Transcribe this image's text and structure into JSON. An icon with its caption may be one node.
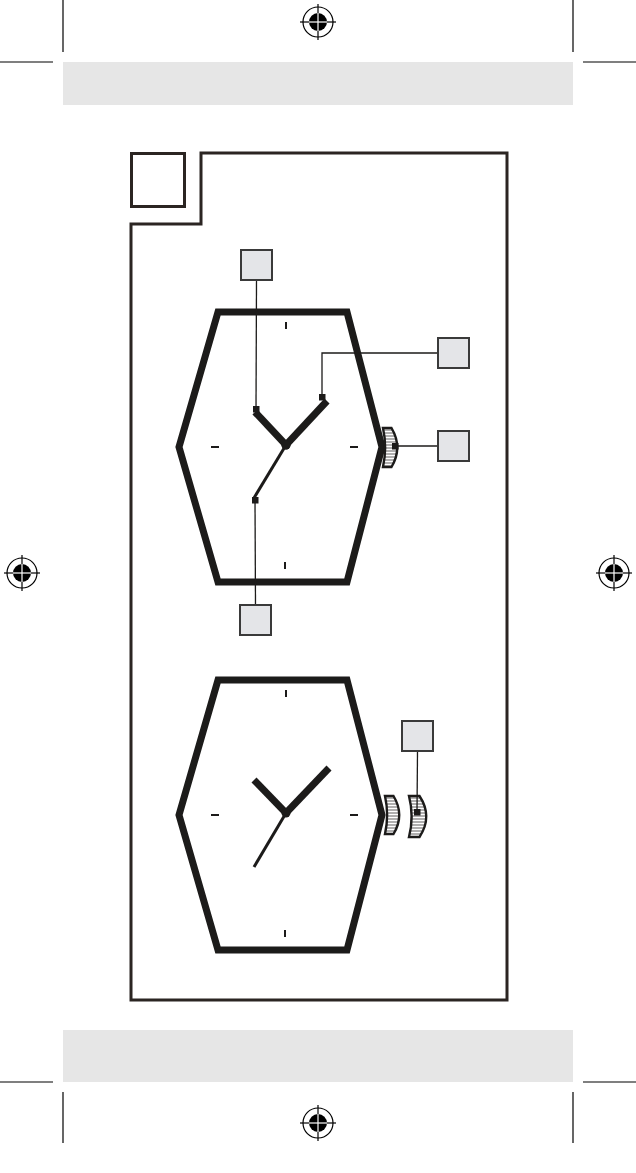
{
  "diagram": {
    "nodes": [
      {
        "text": [],
        "shape": "box"
      },
      {
        "text": [],
        "shape": "box"
      },
      {
        "text": [],
        "shape": "box"
      },
      {
        "text": [],
        "shape": "bar"
      },
      {
        "text": [],
        "shape": "bar"
      },
      {
        "text": [],
        "shape": "box"
      },
      {
        "text": [],
        "shape": "picture"
      },
      {
        "text": [],
        "shape": "bar"
      },
      {
        "text": [],
        "shape": "box"
      },
      {
        "text": [],
        "shape": "box"
      },
      {
        "text": [],
        "shape": "picture"
      }
    ],
    "edges": [
      {
        "from": 1,
        "to": 4,
        "arrow": "other"
      },
      {
        "from": 2,
        "to": 3,
        "arrow": "other"
      },
      {
        "from": 5,
        "to": 6,
        "arrow": "other"
      },
      {
        "from": 8,
        "to": 7,
        "arrow": "other"
      },
      {
        "from": 9,
        "to": 10,
        "arrow": "other"
      }
    ]
  }
}
